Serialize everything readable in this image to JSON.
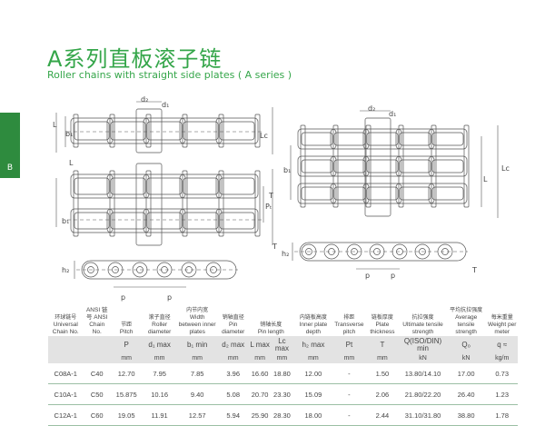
{
  "title_cn": "A系列直板滚子链",
  "title_en": "Roller chains with straight side plates ( A series )",
  "side_tab": "B",
  "colors": {
    "accent": "#35a64a",
    "tab": "#2e8b3e",
    "line": "#555555",
    "row_rule": "#9bbfa4",
    "header_band": "#e3e3e3"
  },
  "drawing_labels": {
    "d2": "d₂",
    "d1": "d₁",
    "L": "L",
    "Lc": "Lc",
    "b1": "b₁",
    "Pt": "Pₜ",
    "T": "T",
    "h2": "h₂",
    "p": "p"
  },
  "table": {
    "headers": [
      {
        "cn": "环球链号",
        "en": "Universal Chain No.",
        "sym": "",
        "unit": ""
      },
      {
        "cn": "",
        "en": "ANSI 链号 ANSI Chain No.",
        "sym": "",
        "unit": ""
      },
      {
        "cn": "节距",
        "en": "Pitch",
        "sym": "P",
        "unit": "mm"
      },
      {
        "cn": "滚子直径",
        "en": "Roller diameter",
        "sym": "d₁ max",
        "unit": "mm"
      },
      {
        "cn": "内节内宽",
        "en": "Width between inner plates",
        "sym": "b₁ min",
        "unit": "mm"
      },
      {
        "cn": "销轴直径",
        "en": "Pin diameter",
        "sym": "d₂ max",
        "unit": "mm"
      },
      {
        "cn": "销轴长度",
        "en": "Pin length",
        "sym": "L max",
        "unit": "mm",
        "span": 2
      },
      {
        "cn": "",
        "en": "",
        "sym": "Lc max",
        "unit": "mm",
        "hidden": true
      },
      {
        "cn": "内链板高度",
        "en": "Inner plate depth",
        "sym": "h₂ max",
        "unit": "mm"
      },
      {
        "cn": "排距",
        "en": "Transverse pitch",
        "sym": "Pt",
        "unit": "mm"
      },
      {
        "cn": "链板厚度",
        "en": "Plate thickness",
        "sym": "T",
        "unit": "mm"
      },
      {
        "cn": "抗拉强度",
        "en": "Ultimate tensile strength",
        "sym": "Q(ISO/DIN) min",
        "unit": "kN"
      },
      {
        "cn": "平均抗拉强度",
        "en": "Average tensile strength",
        "sym": "Q₀",
        "unit": "kN"
      },
      {
        "cn": "每米重量",
        "en": "Weight per meter",
        "sym": "q ≈",
        "unit": "kg/m"
      }
    ],
    "rows": [
      [
        "C08A-1",
        "C40",
        "12.70",
        "7.95",
        "7.85",
        "3.96",
        "16.60",
        "18.80",
        "12.00",
        "-",
        "1.50",
        "13.80/14.10",
        "17.00",
        "0.73"
      ],
      [
        "C10A-1",
        "C50",
        "15.875",
        "10.16",
        "9.40",
        "5.08",
        "20.70",
        "23.30",
        "15.09",
        "-",
        "2.06",
        "21.80/22.20",
        "26.40",
        "1.23"
      ],
      [
        "C12A-1",
        "C60",
        "19.05",
        "11.91",
        "12.57",
        "5.94",
        "25.90",
        "28.30",
        "18.00",
        "-",
        "2.44",
        "31.10/31.80",
        "38.80",
        "1.78"
      ]
    ]
  }
}
